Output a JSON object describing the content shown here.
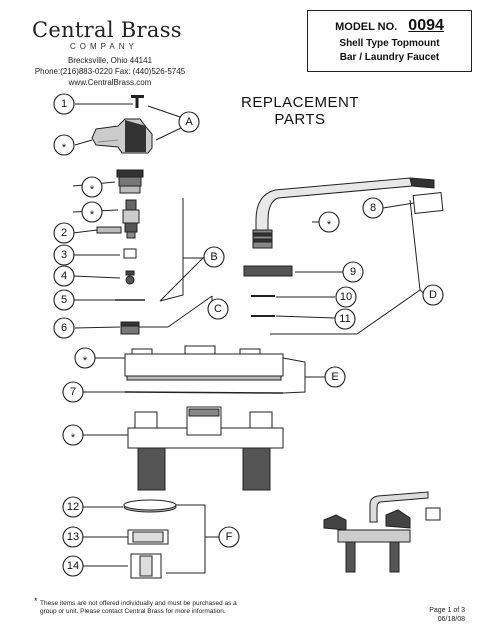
{
  "header": {
    "brand_name": "Central Brass",
    "brand_sub": "COMPANY",
    "city": "Brecksville, Ohio 44141",
    "phone_fax": "Phone:(216)883-0220   Fax: (440)526-5745",
    "website": "www.CentralBrass.com"
  },
  "model": {
    "label": "MODEL NO.",
    "number": "0094",
    "desc_line1": "Shell Type Topmount",
    "desc_line2": "Bar / Laundry Faucet"
  },
  "section_title_line1": "REPLACEMENT",
  "section_title_line2": "PARTS",
  "callouts": {
    "c1": "1",
    "c2": "2",
    "c3": "3",
    "c4": "4",
    "c5": "5",
    "c6": "6",
    "c7": "7",
    "c8": "8",
    "c9": "9",
    "c10": "10",
    "c11": "11",
    "c12": "12",
    "c13": "13",
    "c14": "14",
    "cA": "A",
    "cB": "B",
    "cC": "C",
    "cD": "D",
    "cE": "E",
    "cF": "F",
    "star": "*"
  },
  "footnote_line1": "These items are not offered individually and must be purchased as a",
  "footnote_line2": "group or unit.  Please contact Central Brass for more information.",
  "page_label": "Page 1 of 3",
  "date": "06/18/08"
}
